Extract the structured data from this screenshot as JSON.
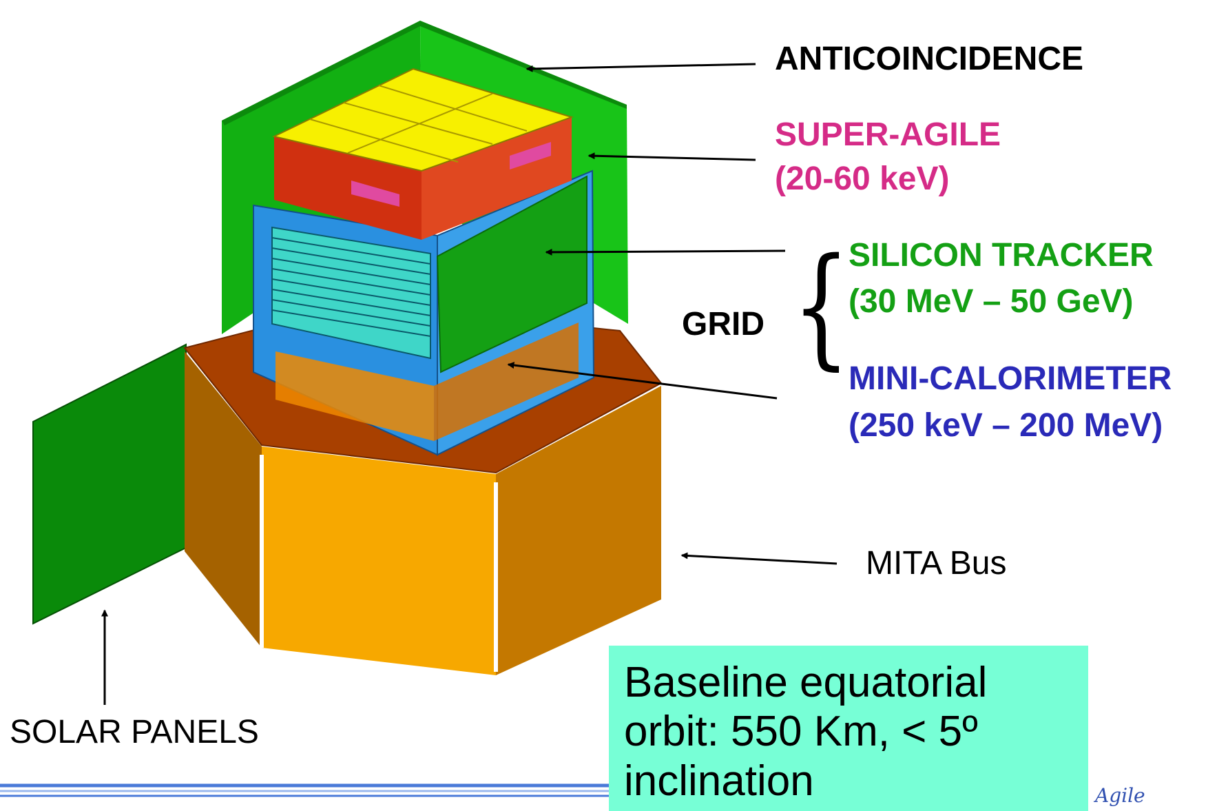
{
  "labels": {
    "anticoincidence": "ANTICOINCIDENCE",
    "super_agile_name": "SUPER-AGILE",
    "super_agile_range": "(20-60 keV)",
    "silicon_tracker_name": "SILICON TRACKER",
    "silicon_tracker_range": "(30 MeV – 50 GeV)",
    "grid": "GRID",
    "mini_calorimeter_name": "MINI-CALORIMETER",
    "mini_calorimeter_range": "(250 keV – 200 MeV)",
    "mita_bus": "MITA Bus",
    "solar_panels": "SOLAR PANELS"
  },
  "orbit_box": {
    "line1": "Baseline equatorial",
    "line2": "orbit: 550 Km, < 5º",
    "line3": "inclination"
  },
  "colors": {
    "super_agile": "#d52b87",
    "silicon_tracker": "#14a014",
    "mini_calorimeter": "#2a2ab8",
    "orbit_box_bg": "#77ffd6",
    "anticoincidence_green": "#18c418",
    "tracker_blue": "#2a90e0",
    "bus_orange": "#f0a000",
    "bus_brown": "#a04000",
    "detector_yellow": "#f7f000",
    "detector_red": "#d03010",
    "solar_panel_green": "#0a8a0a"
  },
  "icons": [
    "arrow-icon",
    "brace-icon",
    "footer-lines-icon"
  ]
}
